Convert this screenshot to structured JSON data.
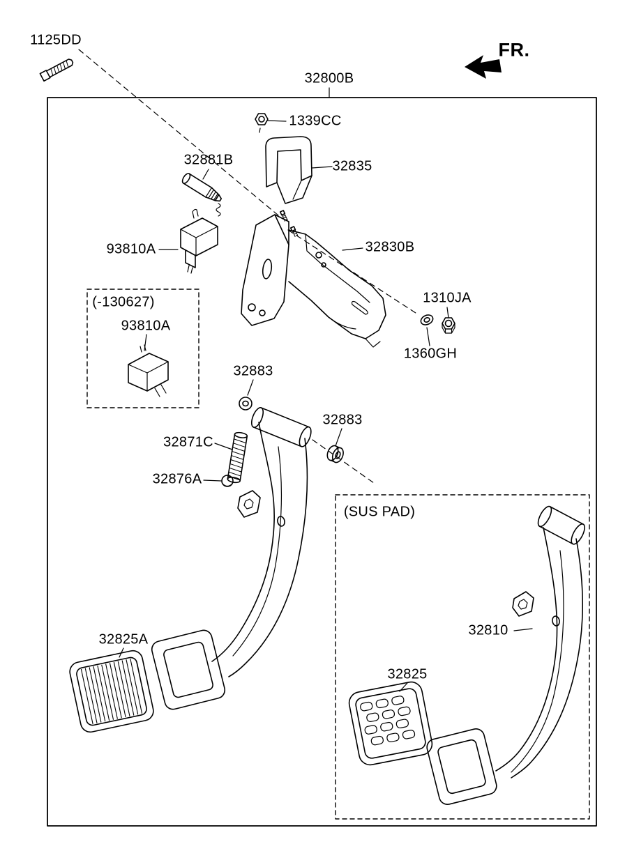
{
  "colors": {
    "background": "#ffffff",
    "line": "#000000",
    "text": "#000000"
  },
  "labels": {
    "bolt": "1125DD",
    "assembly": "32800B",
    "direction": "FR.",
    "nut_small": "1339CC",
    "stopper_bracket": "32835",
    "pin": "32881B",
    "stop_switch": "93810A",
    "pedal_bracket": "32830B",
    "pivot_nut": "1310JA",
    "pivot_washer": "1360GH",
    "legacy_range": "(-130627)",
    "legacy_switch": "93810A",
    "bushing_upper": "32883",
    "bushing_lower": "32883",
    "turnover_spring": "32871C",
    "pedal_stopper": "32876A",
    "pedal_pad_main": "32825A",
    "sus_pad_caption": "(SUS PAD)",
    "sus_pedal_arm": "32810",
    "sus_pedal_pad": "32825"
  }
}
